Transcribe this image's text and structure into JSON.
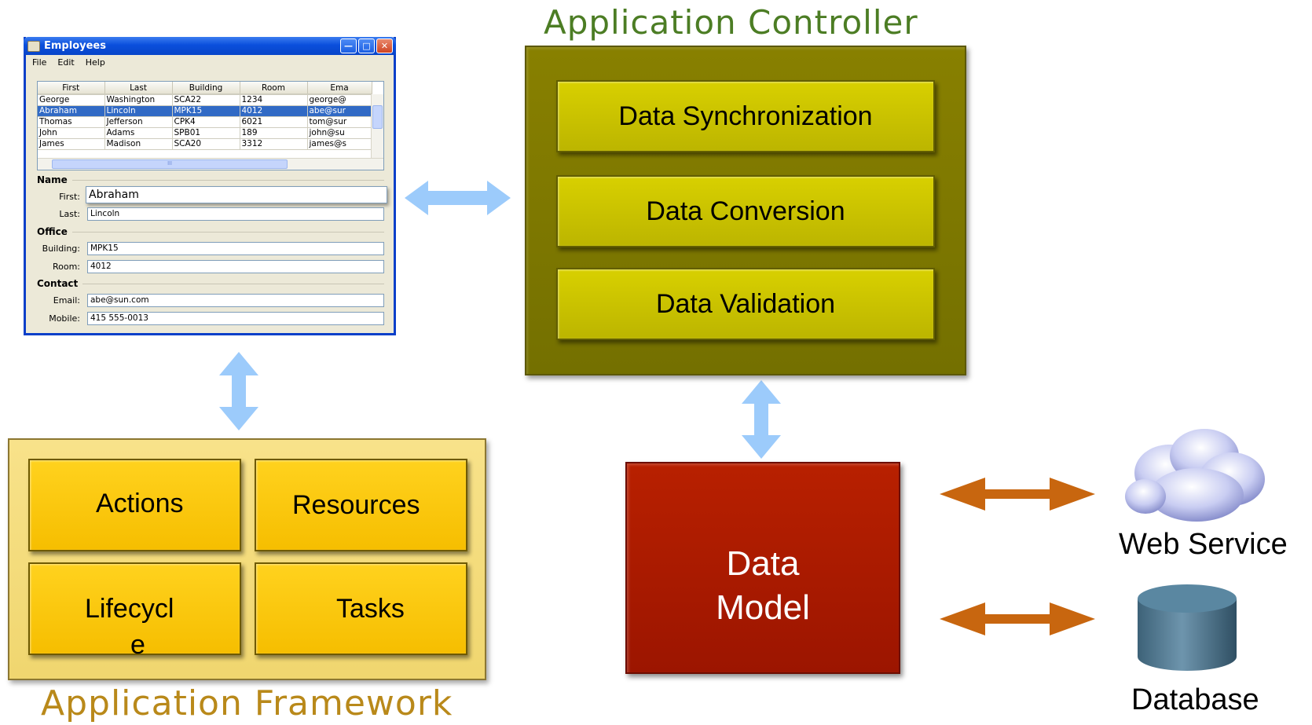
{
  "window": {
    "title": "Employees",
    "menu": [
      "File",
      "Edit",
      "Help"
    ],
    "columns": [
      "First",
      "Last",
      "Building",
      "Room",
      "Ema"
    ],
    "rows": [
      [
        "George",
        "Washington",
        "SCA22",
        "1234",
        "george@"
      ],
      [
        "Abraham",
        "Lincoln",
        "MPK15",
        "4012",
        "abe@sur"
      ],
      [
        "Thomas",
        "Jefferson",
        "CPK4",
        "6021",
        "tom@sur"
      ],
      [
        "John",
        "Adams",
        "SPB01",
        "189",
        "john@su"
      ],
      [
        "James",
        "Madison",
        "SCA20",
        "3312",
        "james@s"
      ]
    ],
    "selected_row": 1,
    "sections": {
      "name": "Name",
      "office": "Office",
      "contact": "Contact"
    },
    "fields": {
      "first_label": "First:",
      "first_value": "Abraham",
      "last_label": "Last:",
      "last_value": "Lincoln",
      "building_label": "Building:",
      "building_value": "MPK15",
      "room_label": "Room:",
      "room_value": "4012",
      "email_label": "Email:",
      "email_value": "abe@sun.com",
      "mobile_label": "Mobile:",
      "mobile_value": "415 555-0013"
    },
    "scroll_marker": "III"
  },
  "controller": {
    "title": "Application Controller",
    "boxes": [
      "Data Synchronization",
      "Data Conversion",
      "Data Validation"
    ]
  },
  "framework": {
    "title": "Application Framework",
    "boxes": [
      "Actions",
      "Resources",
      "Lifecycl",
      "e",
      "Tasks"
    ]
  },
  "data_model": {
    "line1": "Data",
    "line2": "Model"
  },
  "external": {
    "web_service": "Web Service",
    "database": "Database"
  },
  "colors": {
    "controller": "#7f7a00",
    "controller_box": "#c8c000",
    "framework": "#f4dc7c",
    "framework_box": "#f9c70b",
    "data_model": "#a81a00",
    "ui_arrow": "#9ccbfb",
    "data_arrow": "#c8660f"
  }
}
